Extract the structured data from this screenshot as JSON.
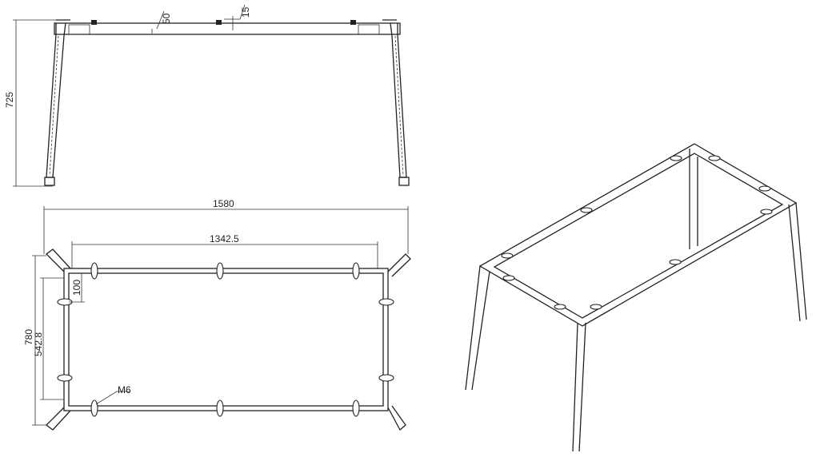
{
  "front_view": {
    "height_label": "725",
    "rail_height_label": "50",
    "rail_gap_label": "15"
  },
  "plan_view": {
    "overall_length_label": "1580",
    "inner_length_label": "1342.5",
    "overall_width_label": "780",
    "inner_width_label": "542.8",
    "corner_offset_label": "100",
    "thread_label": "M6"
  },
  "colors": {
    "line": "#222222",
    "background": "#ffffff"
  }
}
